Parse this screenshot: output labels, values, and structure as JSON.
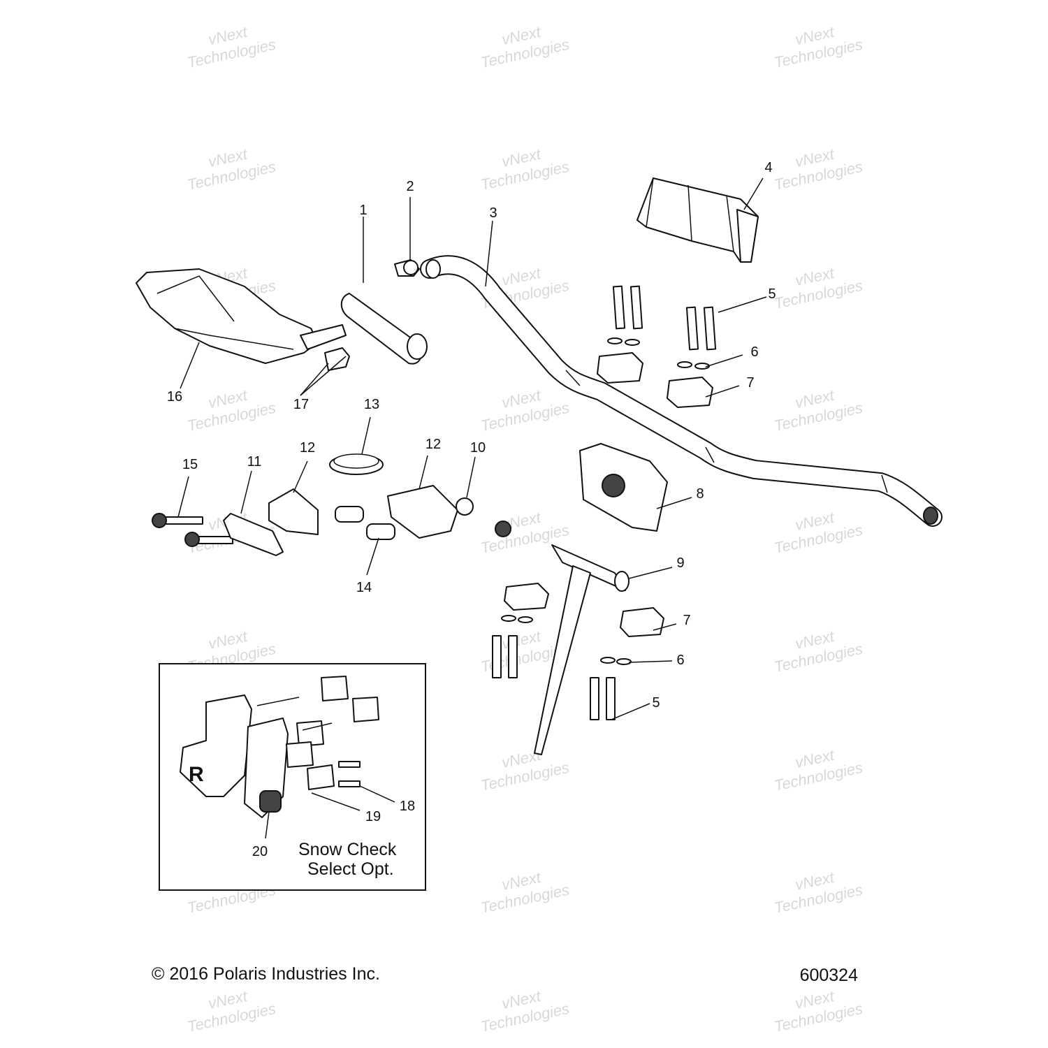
{
  "callouts": {
    "c1": "1",
    "c2": "2",
    "c3": "3",
    "c4": "4",
    "c5a": "5",
    "c5b": "5",
    "c6a": "6",
    "c6b": "6",
    "c7a": "7",
    "c7b": "7",
    "c8": "8",
    "c9": "9",
    "c10": "10",
    "c11": "11",
    "c12a": "12",
    "c12b": "12",
    "c13": "13",
    "c14": "14",
    "c15": "15",
    "c16": "16",
    "c17": "17",
    "c18": "18",
    "c19": "19",
    "c20": "20"
  },
  "inset": {
    "note_line1": "Snow Check",
    "note_line2": "Select Opt.",
    "logo_letter": "R"
  },
  "footer": {
    "copyright": "© 2016 Polaris Industries Inc.",
    "figure_number": "600324"
  },
  "watermark": {
    "line1": "vNext",
    "line2": "Technologies"
  }
}
